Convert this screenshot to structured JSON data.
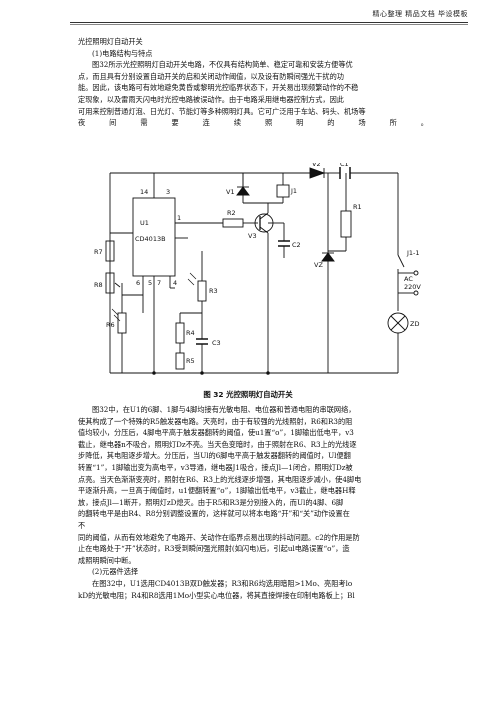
{
  "header": {
    "text": "精心整理  精品文档  毕设模板"
  },
  "intro": {
    "title": "光控照明灯自动开关",
    "sub1": "(1)电路结构与特点",
    "lines": [
      "图32所示光控照明灯自动开关电路，不仅具有结构简单、稳定可靠和安装方便等优",
      "点，而且具有分别设置自动开关的启和关闭动作阈值，以及设有防瞬间强光干扰的功",
      "能。因此，该电路可有效地避免黄昏或黎明光控临界状态下，开关易出现频繁动作的不稳",
      "定现象，以及雷雨天闪电时光控电路被误动作。由于电路采用继电器控制方式，因此",
      "可用来控制普通灯泡、日光灯、节能灯等多种照明灯具。它可广泛用于车站、码头、机场等",
      "夜  间  需  要  连  续  照  明  的  场  所  。"
    ]
  },
  "figure": {
    "caption": "图 32    光控照明灯自动开关",
    "labels": {
      "u1": "U1",
      "chip": "CD4013B",
      "r7": "R7",
      "r8": "R8",
      "r6": "R6",
      "r2": "R2",
      "r3": "R3",
      "r4": "R4",
      "r5": "R5",
      "c3": "C3",
      "c2": "C2",
      "v1": "V1",
      "v3": "V3",
      "v2": "V2",
      "vz": "VZ",
      "c1": "C1",
      "j1": "J1",
      "j11": "J1-1",
      "r1": "R1",
      "zd": "ZD",
      "ac": "AC",
      "v220": "220V",
      "p14": "14",
      "p3": "3",
      "p1": "1",
      "p6": "6",
      "p5": "5",
      "p7": "7",
      "p4": "4"
    }
  },
  "body": {
    "lines": [
      "图32中，在U1的6脚、1脚与4脚均接有光敏电阻、电位器和普通电阻的串联网络，",
      "使其构成了一个特殊的R5触发器电路。天亮时，由于有较强的光线照射，R6和R3的阻",
      "值均较小，分压后，4脚电平高于触发器翻转的阈值，使u1置“o”，1脚输出低电平，v3",
      "截止，继电器n不吸合，照明灯Dz不亮。当天色变暗时，由于照射在R6、R3上的光线逐",
      "步降低，其电阻逐步增大。分压后，当Ul的6脚电平高于触发器翻转的阈值时，Ul便翻",
      "转置“1”，1脚输出变为高电平，v3导通，继电器J1吸合，接点Jl—1闭合，照明灯Dz被",
      "点亮。当天色渐渐变亮时，照射在R6、R3上的光线逐步增强，其电阻逐步减小，使4脚电",
      "平逐渐升高，一旦高于阈值时，u1便翻转置“o”，1脚输出低电平，v3截止，继电器H释",
      "放，接点Jl—1断开，照明灯zD熄灭。由于R5和R3是分别接入的，而Ul的4脚、6脚",
      "的翻转电平是由R4、R8分别调整设置的，这样就可以将本电路“开”和“关”动作设置在",
      "不",
      "同的阈值，从而有效地避免了电路开、关动作在临界点易出现的抖动问题。c2的作用是防",
      "止在电路处于“开”状态时，R3受到瞬间强光照射(如闪电)后，引起ul电路误置“o”，造",
      "成照明瞬间中断。",
      "(2)元器件选择",
      "在图32中，U1选用CD4013B双D触发器；R3和R6均选用暗阻>1Mo、亮阻考lo",
      "kD的光敏电阻；R4和R8选用1Mo小型实心电位器，将其直接焊接在印制电路板上；Bl"
    ]
  }
}
